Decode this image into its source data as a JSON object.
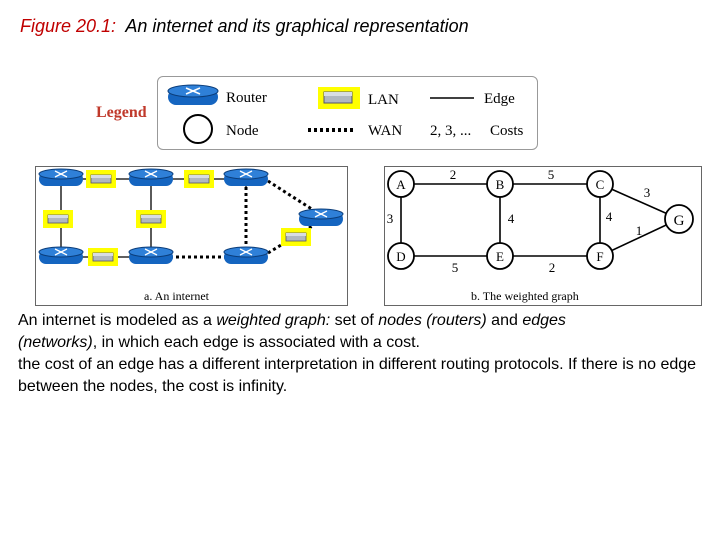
{
  "title": {
    "label": "Figure 20.1:",
    "text": "An internet and its graphical representation"
  },
  "legend": {
    "heading": "Legend",
    "router": "Router",
    "node": "Node",
    "lan": "LAN",
    "wan": "WAN",
    "edge": "Edge",
    "costs_values": "2, 3, ...",
    "costs": "Costs"
  },
  "panel_a": {
    "caption": "a. An internet"
  },
  "panel_b": {
    "caption": "b. The weighted graph",
    "nodes": [
      "A",
      "B",
      "C",
      "D",
      "E",
      "F",
      "G"
    ],
    "edges": [
      {
        "from": "A",
        "to": "B",
        "cost": "2"
      },
      {
        "from": "B",
        "to": "C",
        "cost": "5"
      },
      {
        "from": "C",
        "to": "G",
        "cost": "3"
      },
      {
        "from": "A",
        "to": "D",
        "cost": "3"
      },
      {
        "from": "B",
        "to": "E",
        "cost": "4"
      },
      {
        "from": "C",
        "to": "F",
        "cost": "4"
      },
      {
        "from": "F",
        "to": "G",
        "cost": "1"
      },
      {
        "from": "D",
        "to": "E",
        "cost": "5"
      },
      {
        "from": "E",
        "to": "F",
        "cost": "2"
      }
    ]
  },
  "body": {
    "p1_a": "An internet is modeled as a ",
    "p1_b": "weighted graph:",
    "p1_c": " set of ",
    "p1_d": "nodes (routers)",
    "p1_e": " and ",
    "p1_f": "edges",
    "p1_g": "(networks)",
    "p1_h": ", in which each edge is associated with a cost.",
    "p2": "the cost of an edge has a different interpretation in different routing protocols. If there is no edge between the nodes, the cost is infinity."
  },
  "colors": {
    "router": "#1565c0",
    "lan_highlight": "#ffff00",
    "legend_heading": "#c0392b",
    "figure_label": "#c00000"
  }
}
